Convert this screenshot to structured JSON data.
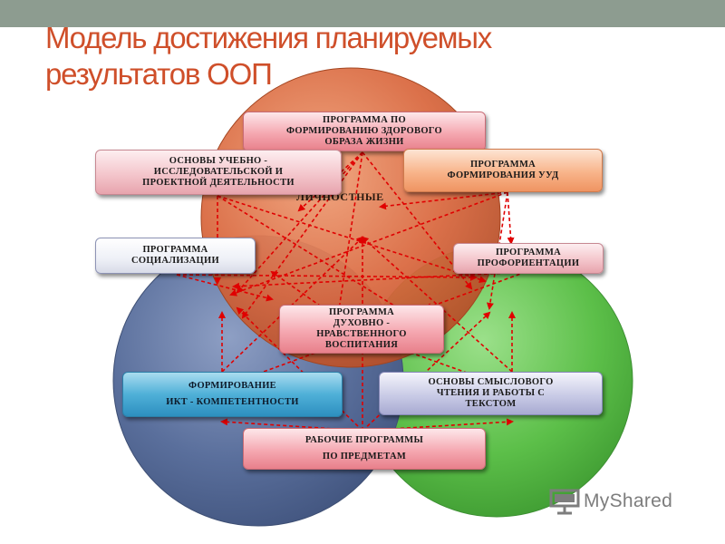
{
  "slide": {
    "title_line1": "Модель достижения планируемых",
    "title_line2": "результатов ООП"
  },
  "diagram": {
    "center_label": "ЛИЧНОСТНЫЕ",
    "boxes": {
      "health": [
        "ПРОГРАММА ПО",
        "ФОРМИРОВАНИЮ ЗДОРОВОГО",
        "ОБРАЗА ЖИЗНИ"
      ],
      "research": [
        "ОСНОВЫ  УЧЕБНО -",
        "ИССЛЕДОВАТЕЛЬСКОЙ И",
        "ПРОЕКТНОЙ ДЕЯТЕЛЬНОСТИ"
      ],
      "uud": [
        "ПРОГРАММА",
        "ФОРМИРОВАНИЯ УУД"
      ],
      "socialization": [
        "ПРОГРАММА",
        "СОЦИАЛИЗАЦИИ"
      ],
      "career": [
        "ПРОГРАММА",
        "ПРОФОРИЕНТАЦИИ"
      ],
      "moral": [
        "ПРОГРАММА",
        "ДУХОВНО -",
        "НРАВСТВЕННОГО",
        "ВОСПИТАНИЯ"
      ],
      "ict": [
        "ФОРМИРОВАНИЕ",
        "ИКТ - КОМПЕТЕНТНОСТИ"
      ],
      "reading": [
        "ОСНОВЫ СМЫСЛОВОГО",
        "ЧТЕНИЯ И РАБОТЫ С",
        "ТЕКСТОМ"
      ],
      "subjects": [
        "РАБОЧИЕ ПРОГРАММЫ",
        "ПО ПРЕДМЕТАМ"
      ]
    },
    "colors": {
      "circle_top": "#d9683f",
      "circle_left": "#5a6f9c",
      "circle_right": "#5cbf49",
      "arrows": "#e00000"
    }
  },
  "watermark": {
    "text": "MyShared",
    "icon": "projector-screen-icon"
  }
}
